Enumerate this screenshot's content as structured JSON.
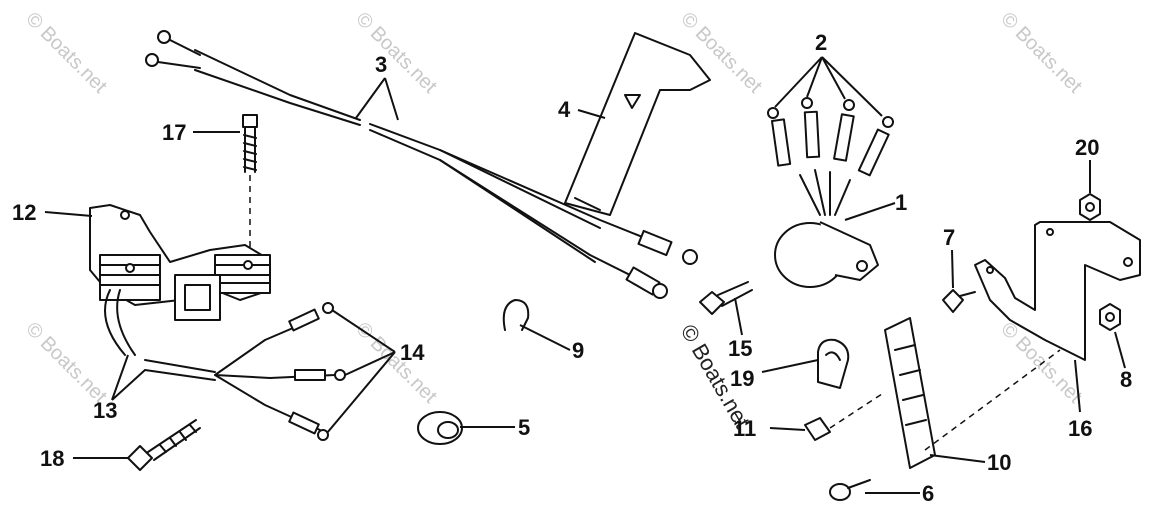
{
  "watermark": "© Boats.net",
  "colors": {
    "ink": "#111111",
    "background": "#ffffff",
    "watermark": "#c8c8c8"
  },
  "callouts": {
    "c1": "1",
    "c2": "2",
    "c3": "3",
    "c4": "4",
    "c5": "5",
    "c6": "6",
    "c7": "7",
    "c8": "8",
    "c9": "9",
    "c10": "10",
    "c11": "11",
    "c12": "12",
    "c13": "13",
    "c14": "14",
    "c15": "15",
    "c16": "16",
    "c17": "17",
    "c18": "18",
    "c19": "19",
    "c20": "20"
  }
}
